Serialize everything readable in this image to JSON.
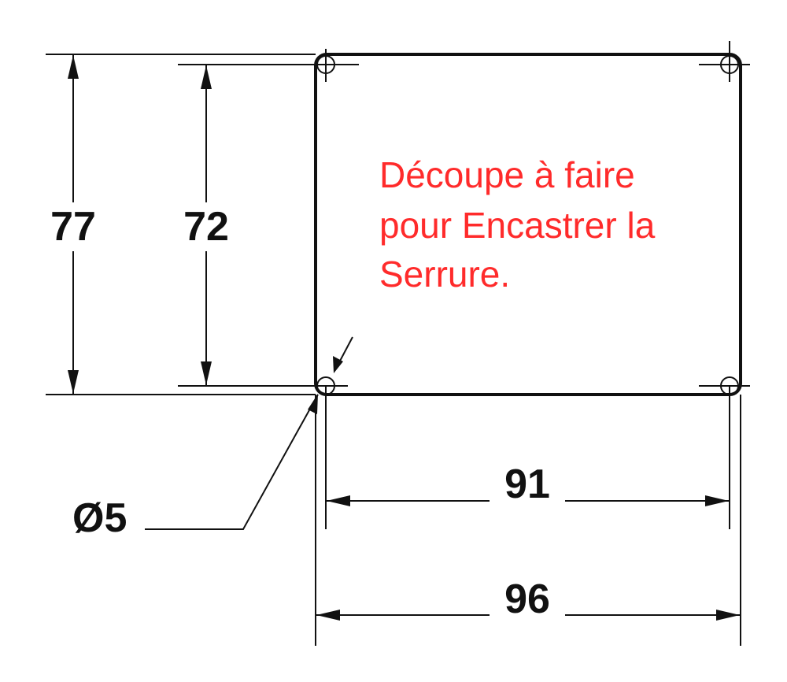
{
  "dimensions": {
    "height_outer": "77",
    "height_inner": "72",
    "width_inner": "91",
    "width_outer": "96",
    "hole_diameter": "Ø5"
  },
  "note": {
    "lines": [
      "Découpe à faire",
      "pour Encastrer la",
      "Serrure."
    ]
  },
  "colors": {
    "ink": "#111111",
    "note": "#ff2b2b",
    "background": "#ffffff"
  }
}
